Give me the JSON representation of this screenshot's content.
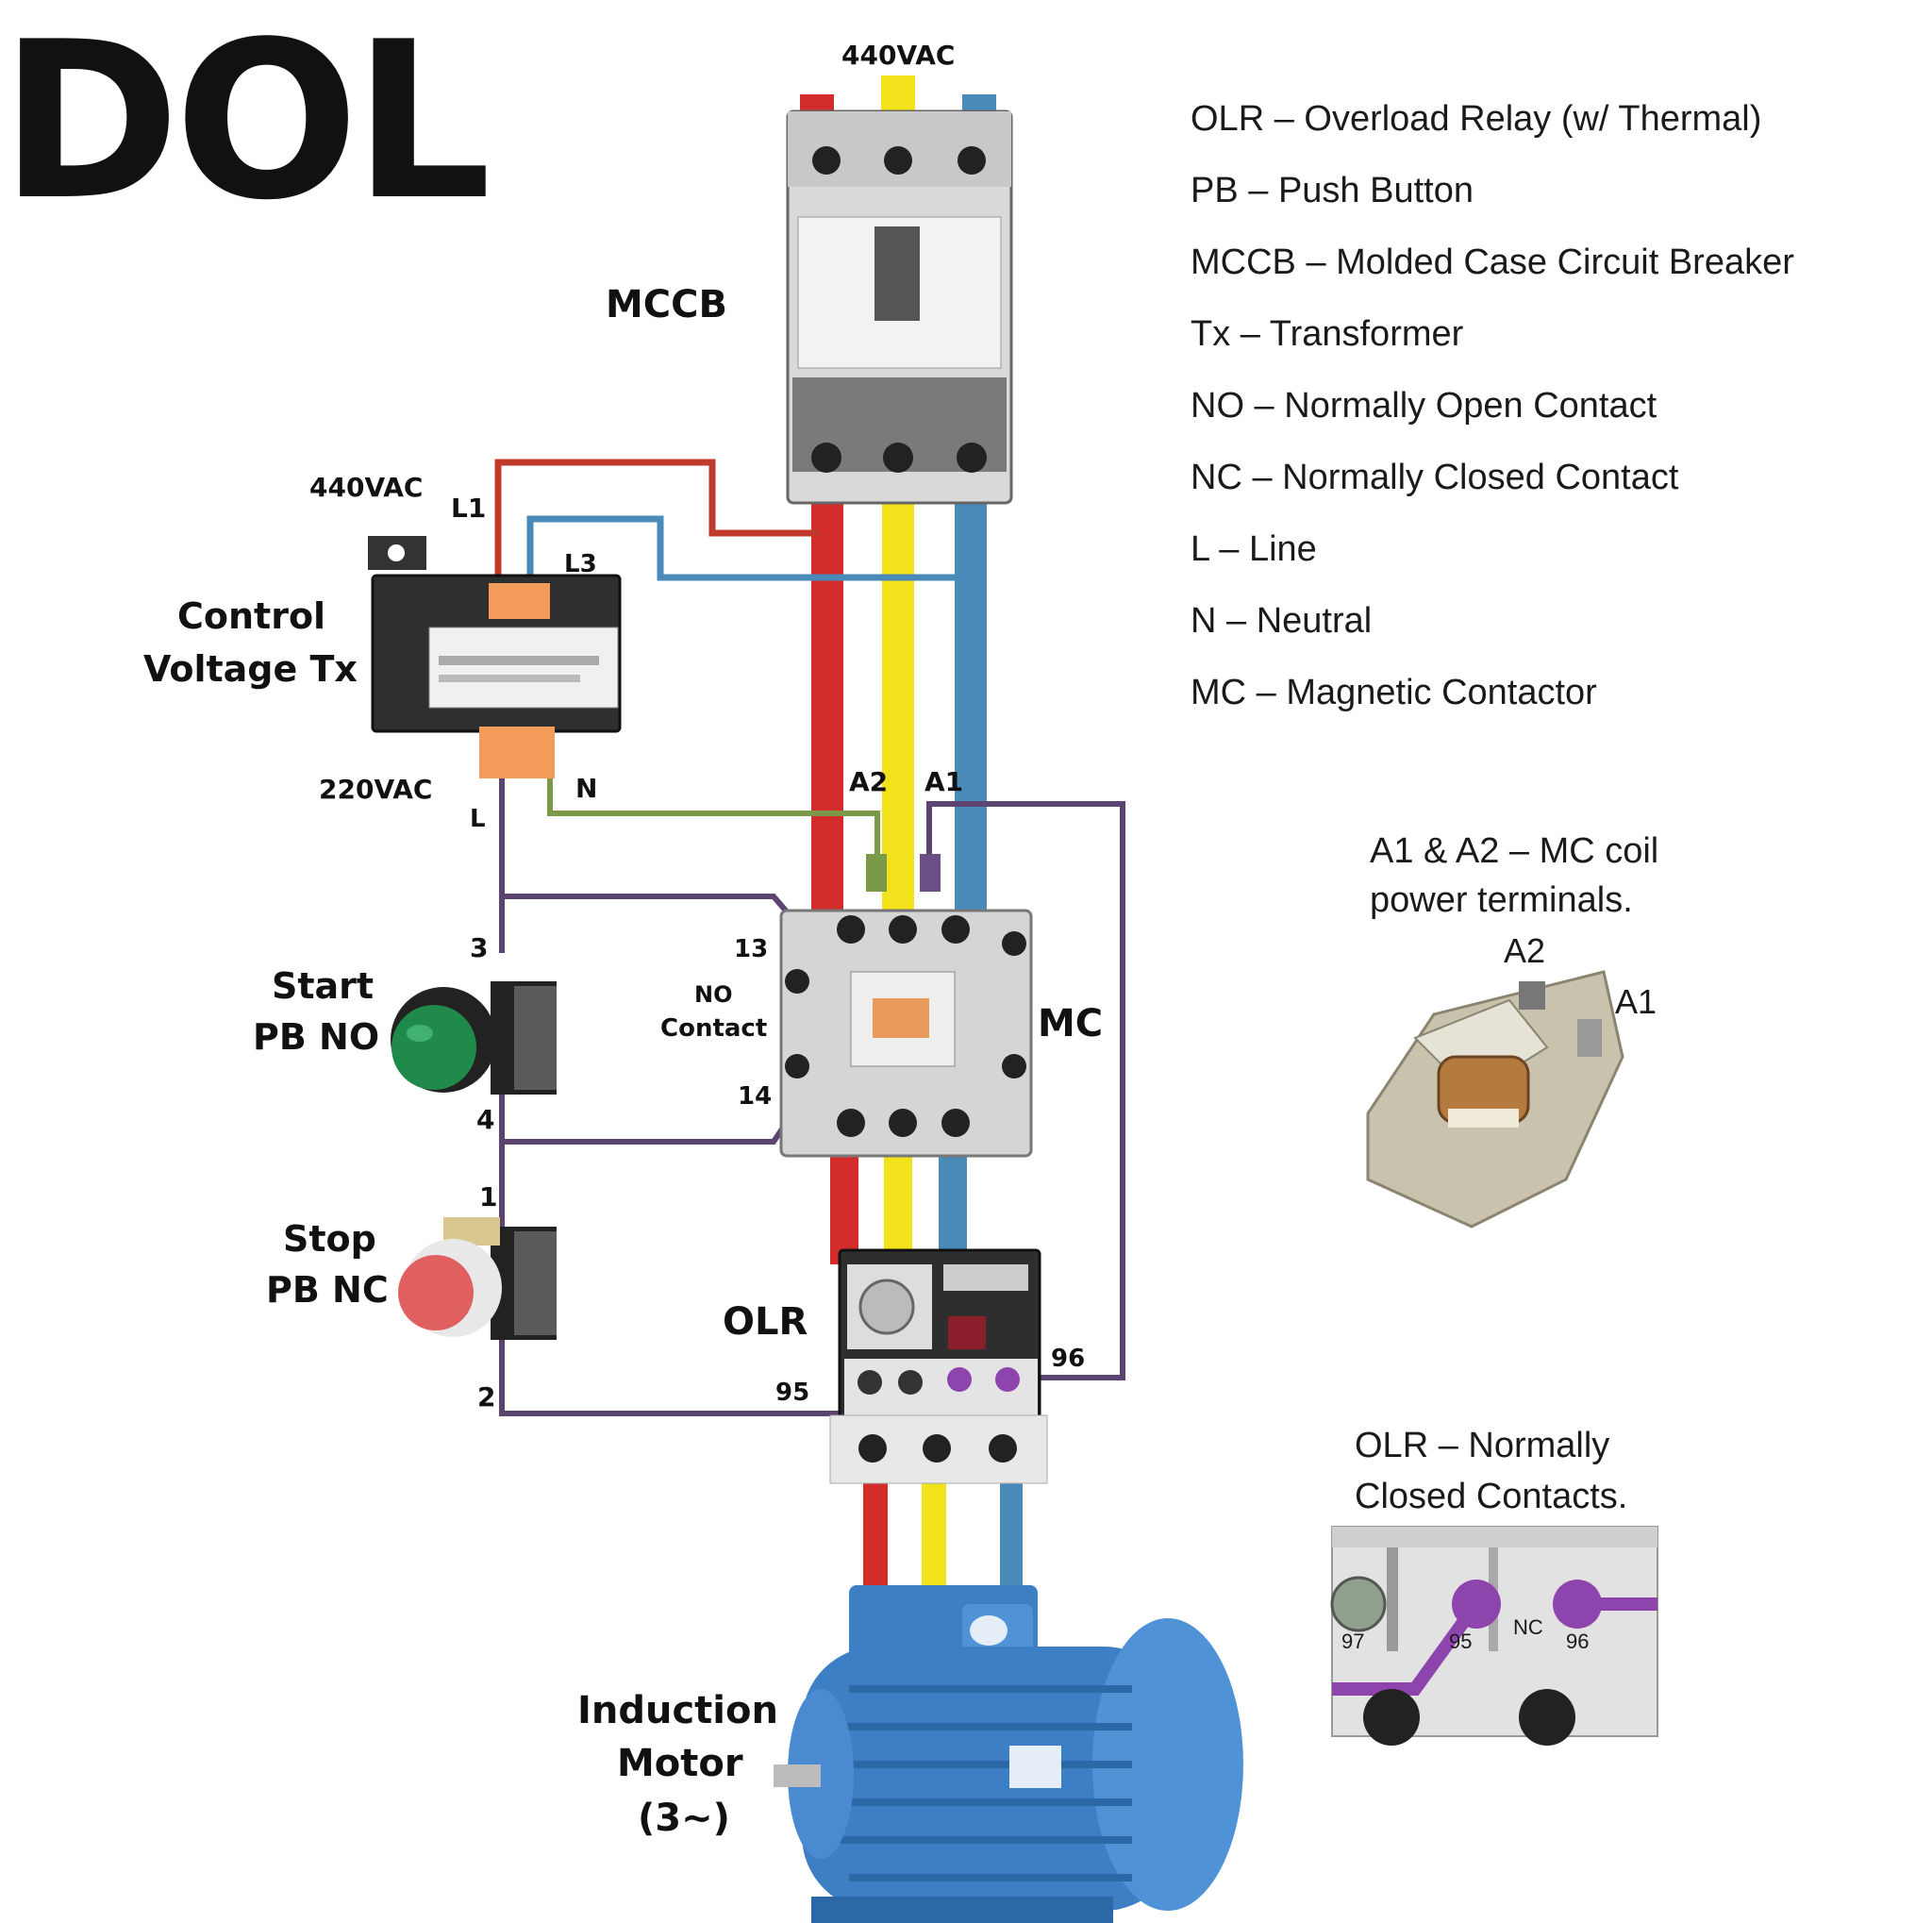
{
  "title": "DOL",
  "supply_label": "440VAC",
  "components": {
    "mccb": "MCCB",
    "transformer": {
      "line1": "Control",
      "line2": "Voltage Tx",
      "input_voltage": "440VAC",
      "output_voltage": "220VAC",
      "terminal_l1": "L1",
      "terminal_l3": "L3",
      "terminal_l": "L",
      "terminal_n": "N"
    },
    "start_pb": {
      "line1": "Start",
      "line2": "PB NO",
      "terminal_top": "3",
      "terminal_bottom": "4"
    },
    "stop_pb": {
      "line1": "Stop",
      "line2": "PB NC",
      "terminal_top": "1",
      "terminal_bottom": "2"
    },
    "contactor": {
      "label": "MC",
      "no_contact_line1": "NO",
      "no_contact_line2": "Contact",
      "terminal_13": "13",
      "terminal_14": "14",
      "terminal_a1": "A1",
      "terminal_a2": "A2"
    },
    "olr": {
      "label": "OLR",
      "terminal_95": "95",
      "terminal_96": "96"
    },
    "motor": {
      "line1": "Induction",
      "line2": "Motor",
      "line3": "(3~)"
    }
  },
  "legend": [
    {
      "abbr": "OLR",
      "text": "OLR – Overload Relay (w/ Thermal)"
    },
    {
      "abbr": "PB",
      "text": "PB – Push Button"
    },
    {
      "abbr": "MCCB",
      "text": "MCCB – Molded Case Circuit Breaker"
    },
    {
      "abbr": "Tx",
      "text": "Tx – Transformer"
    },
    {
      "abbr": "NO",
      "text": "NO – Normally Open Contact"
    },
    {
      "abbr": "NC",
      "text": "NC – Normally Closed Contact"
    },
    {
      "abbr": "L",
      "text": "L – Line"
    },
    {
      "abbr": "N",
      "text": "N – Neutral"
    },
    {
      "abbr": "MC",
      "text": "MC – Magnetic Contactor"
    }
  ],
  "coil_note": {
    "line1": "A1 & A2 – MC coil",
    "line2": "power terminals.",
    "a2": "A2",
    "a1": "A1"
  },
  "olr_nc_note": {
    "line1": "OLR – Normally",
    "line2": "Closed Contacts.",
    "inset_marks": [
      "97",
      "95",
      "NC",
      "96"
    ]
  },
  "colors": {
    "phase_l1": "#d42b2b",
    "phase_l2": "#f2e21c",
    "phase_l3": "#4a8ab8",
    "control_wire": "#5b4470",
    "coil_wire_a2": "#7a9a4a",
    "contact_highlight": "#8e44ad",
    "motor_blue": "#3d7fc4"
  }
}
